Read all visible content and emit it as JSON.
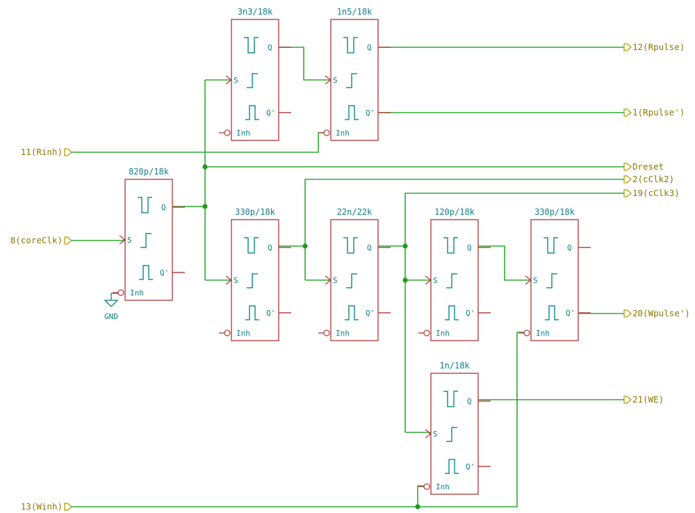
{
  "blocks": {
    "ms_820": "820p/18k",
    "ms_3n3": "3n3/18k",
    "ms_1n5": "1n5/18k",
    "ms_330a": "330p/18k",
    "ms_22n": "22n/22k",
    "ms_120": "120p/18k",
    "ms_330b": "330p/18k",
    "ms_1n": "1n/18k"
  },
  "pins": {
    "q": "Q",
    "qbar": "Q'",
    "s": "S",
    "inh": "Inh"
  },
  "ports": {
    "rpulse": "12(Rpulse)",
    "rpulse_bar": "1(Rpulse')",
    "rinh": "11(Rinh)",
    "dreset": "Dreset",
    "cclk2": "2(cClk2)",
    "cclk3": "19(cClk3)",
    "coreclk": "8(coreClk)",
    "wpulse_bar": "20(Wpulse')",
    "we": "21(WE)",
    "winh": "13(Winh)"
  },
  "power": {
    "gnd": "GND"
  },
  "colors": {
    "wire": "#2eaa2e",
    "symbol": "#b04545",
    "pin_text": "#0f7f86",
    "port": "#b0a000"
  }
}
